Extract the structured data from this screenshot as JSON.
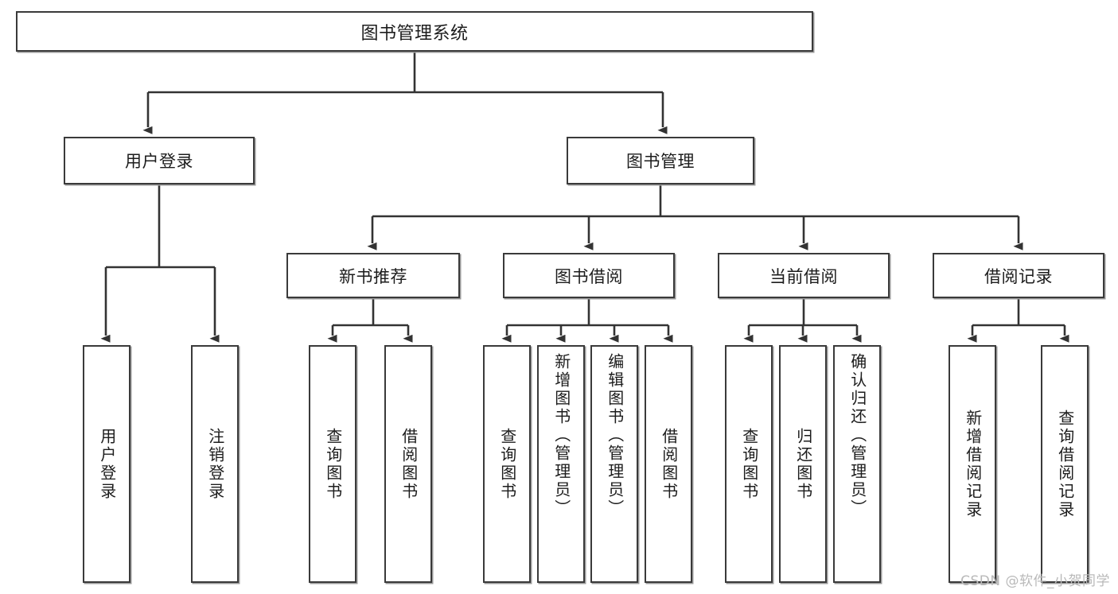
{
  "diagram": {
    "type": "tree-hierarchy",
    "title": "图书管理系统",
    "watermark": "CSDN @软件_小贺同学",
    "colors": {
      "box_border": "#3a3a3a",
      "box_fill": "#ffffff",
      "edge": "#333333",
      "text": "#1c1c1c",
      "watermark": "#b9b9b9"
    },
    "levels": {
      "root": {
        "label": "图书管理系统"
      },
      "level2": [
        {
          "label": "用户登录"
        },
        {
          "label": "图书管理"
        }
      ],
      "level3": [
        {
          "label": "新书推荐"
        },
        {
          "label": "图书借阅"
        },
        {
          "label": "当前借阅"
        },
        {
          "label": "借阅记录"
        }
      ],
      "level4": [
        {
          "label": "用户登录",
          "parent": "用户登录"
        },
        {
          "label": "注销登录",
          "parent": "用户登录"
        },
        {
          "label": "查询图书",
          "parent": "新书推荐"
        },
        {
          "label": "借阅图书",
          "parent": "新书推荐"
        },
        {
          "label": "查询图书",
          "parent": "图书借阅"
        },
        {
          "label": "新增图书（管理员）",
          "parent": "图书借阅"
        },
        {
          "label": "编辑图书（管理员）",
          "parent": "图书借阅"
        },
        {
          "label": "借阅图书",
          "parent": "图书借阅"
        },
        {
          "label": "查询图书",
          "parent": "当前借阅"
        },
        {
          "label": "归还图书",
          "parent": "当前借阅"
        },
        {
          "label": "确认归还（管理员）",
          "parent": "当前借阅"
        },
        {
          "label": "新增借阅记录",
          "parent": "借阅记录"
        },
        {
          "label": "查询借阅记录",
          "parent": "借阅记录"
        }
      ]
    }
  }
}
